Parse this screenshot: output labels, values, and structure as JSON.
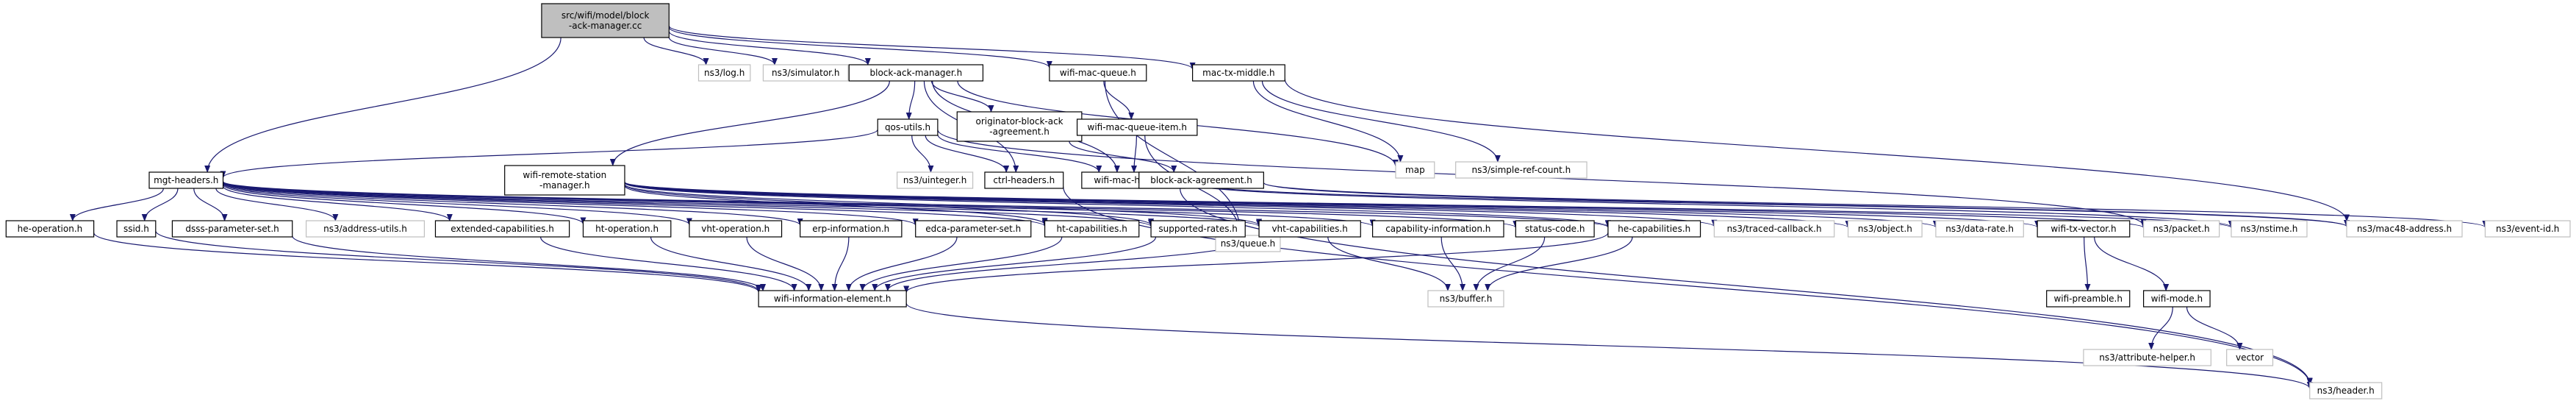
{
  "colors": {
    "root_fill": "#bfbfbf",
    "local_stroke": "#000000",
    "system_stroke": "#bfbfbf",
    "edge": "#191970"
  },
  "nodes": [
    {
      "id": "root",
      "lines": [
        "src/wifi/model/block",
        "-ack-manager.cc"
      ],
      "kind": "root"
    },
    {
      "id": "log",
      "lines": [
        "ns3/log.h"
      ],
      "kind": "system"
    },
    {
      "id": "simulator",
      "lines": [
        "ns3/simulator.h"
      ],
      "kind": "system"
    },
    {
      "id": "bam",
      "lines": [
        "block-ack-manager.h"
      ],
      "kind": "local"
    },
    {
      "id": "wmq",
      "lines": [
        "wifi-mac-queue.h"
      ],
      "kind": "local"
    },
    {
      "id": "mtm",
      "lines": [
        "mac-tx-middle.h"
      ],
      "kind": "local"
    },
    {
      "id": "map",
      "lines": [
        "map"
      ],
      "kind": "system"
    },
    {
      "id": "simplerefcount",
      "lines": [
        "ns3/simple-ref-count.h"
      ],
      "kind": "system"
    },
    {
      "id": "qos",
      "lines": [
        "qos-utils.h"
      ],
      "kind": "local"
    },
    {
      "id": "obaa",
      "lines": [
        "originator-block-ack",
        "-agreement.h"
      ],
      "kind": "local"
    },
    {
      "id": "wmqi",
      "lines": [
        "wifi-mac-queue-item.h"
      ],
      "kind": "local"
    },
    {
      "id": "uinteger",
      "lines": [
        "ns3/uinteger.h"
      ],
      "kind": "system"
    },
    {
      "id": "ctrl",
      "lines": [
        "ctrl-headers.h"
      ],
      "kind": "local"
    },
    {
      "id": "wmh",
      "lines": [
        "wifi-mac-header.h"
      ],
      "kind": "local"
    },
    {
      "id": "baa",
      "lines": [
        "block-ack-agreement.h"
      ],
      "kind": "local"
    },
    {
      "id": "queue",
      "lines": [
        "ns3/queue.h"
      ],
      "kind": "system"
    },
    {
      "id": "mgt",
      "lines": [
        "mgt-headers.h"
      ],
      "kind": "local"
    },
    {
      "id": "wrsm",
      "lines": [
        "wifi-remote-station",
        "-manager.h"
      ],
      "kind": "local"
    },
    {
      "id": "heop",
      "lines": [
        "he-operation.h"
      ],
      "kind": "local"
    },
    {
      "id": "ssid",
      "lines": [
        "ssid.h"
      ],
      "kind": "local"
    },
    {
      "id": "dsss",
      "lines": [
        "dsss-parameter-set.h"
      ],
      "kind": "local"
    },
    {
      "id": "addrutils",
      "lines": [
        "ns3/address-utils.h"
      ],
      "kind": "system"
    },
    {
      "id": "extcap",
      "lines": [
        "extended-capabilities.h"
      ],
      "kind": "local"
    },
    {
      "id": "htop",
      "lines": [
        "ht-operation.h"
      ],
      "kind": "local"
    },
    {
      "id": "vhtop",
      "lines": [
        "vht-operation.h"
      ],
      "kind": "local"
    },
    {
      "id": "erp",
      "lines": [
        "erp-information.h"
      ],
      "kind": "local"
    },
    {
      "id": "edca",
      "lines": [
        "edca-parameter-set.h"
      ],
      "kind": "local"
    },
    {
      "id": "htcap",
      "lines": [
        "ht-capabilities.h"
      ],
      "kind": "local"
    },
    {
      "id": "suprates",
      "lines": [
        "supported-rates.h"
      ],
      "kind": "local"
    },
    {
      "id": "vhtcap",
      "lines": [
        "vht-capabilities.h"
      ],
      "kind": "local"
    },
    {
      "id": "capinfo",
      "lines": [
        "capability-information.h"
      ],
      "kind": "local"
    },
    {
      "id": "status",
      "lines": [
        "status-code.h"
      ],
      "kind": "local"
    },
    {
      "id": "hecap",
      "lines": [
        "he-capabilities.h"
      ],
      "kind": "local"
    },
    {
      "id": "traced",
      "lines": [
        "ns3/traced-callback.h"
      ],
      "kind": "system"
    },
    {
      "id": "object",
      "lines": [
        "ns3/object.h"
      ],
      "kind": "system"
    },
    {
      "id": "datarate",
      "lines": [
        "ns3/data-rate.h"
      ],
      "kind": "system"
    },
    {
      "id": "wtv",
      "lines": [
        "wifi-tx-vector.h"
      ],
      "kind": "local"
    },
    {
      "id": "packet",
      "lines": [
        "ns3/packet.h"
      ],
      "kind": "system"
    },
    {
      "id": "nstime",
      "lines": [
        "ns3/nstime.h"
      ],
      "kind": "system"
    },
    {
      "id": "mac48",
      "lines": [
        "ns3/mac48-address.h"
      ],
      "kind": "system"
    },
    {
      "id": "eventid",
      "lines": [
        "ns3/event-id.h"
      ],
      "kind": "system"
    },
    {
      "id": "wie",
      "lines": [
        "wifi-information-element.h"
      ],
      "kind": "local"
    },
    {
      "id": "buffer",
      "lines": [
        "ns3/buffer.h"
      ],
      "kind": "system"
    },
    {
      "id": "preamble",
      "lines": [
        "wifi-preamble.h"
      ],
      "kind": "local"
    },
    {
      "id": "mode",
      "lines": [
        "wifi-mode.h"
      ],
      "kind": "local"
    },
    {
      "id": "header",
      "lines": [
        "ns3/header.h"
      ],
      "kind": "system"
    },
    {
      "id": "attrhelper",
      "lines": [
        "ns3/attribute-helper.h"
      ],
      "kind": "system"
    },
    {
      "id": "vector",
      "lines": [
        "vector"
      ],
      "kind": "system"
    }
  ],
  "edges": [
    [
      "root",
      "log"
    ],
    [
      "root",
      "simulator"
    ],
    [
      "root",
      "bam"
    ],
    [
      "root",
      "wmq"
    ],
    [
      "root",
      "mtm"
    ],
    [
      "root",
      "mgt"
    ],
    [
      "bam",
      "qos"
    ],
    [
      "bam",
      "obaa"
    ],
    [
      "bam",
      "ctrl"
    ],
    [
      "bam",
      "wmh"
    ],
    [
      "bam",
      "wrsm"
    ],
    [
      "bam",
      "map"
    ],
    [
      "wmq",
      "wmqi"
    ],
    [
      "wmq",
      "queue"
    ],
    [
      "mtm",
      "map"
    ],
    [
      "mtm",
      "simplerefcount"
    ],
    [
      "mtm",
      "mac48"
    ],
    [
      "qos",
      "uinteger"
    ],
    [
      "qos",
      "ctrl"
    ],
    [
      "qos",
      "wmh"
    ],
    [
      "qos",
      "packet"
    ],
    [
      "qos",
      "mgt"
    ],
    [
      "obaa",
      "baa"
    ],
    [
      "wmqi",
      "wmh"
    ],
    [
      "wmqi",
      "queue"
    ],
    [
      "ctrl",
      "header"
    ],
    [
      "wmh",
      "header"
    ],
    [
      "wmh",
      "mac48"
    ],
    [
      "wmh",
      "nstime"
    ],
    [
      "baa",
      "mac48"
    ],
    [
      "baa",
      "eventid"
    ],
    [
      "mgt",
      "heop"
    ],
    [
      "mgt",
      "ssid"
    ],
    [
      "mgt",
      "dsss"
    ],
    [
      "mgt",
      "addrutils"
    ],
    [
      "mgt",
      "extcap"
    ],
    [
      "mgt",
      "htop"
    ],
    [
      "mgt",
      "vhtop"
    ],
    [
      "mgt",
      "erp"
    ],
    [
      "mgt",
      "edca"
    ],
    [
      "mgt",
      "htcap"
    ],
    [
      "mgt",
      "suprates"
    ],
    [
      "mgt",
      "vhtcap"
    ],
    [
      "mgt",
      "capinfo"
    ],
    [
      "mgt",
      "status"
    ],
    [
      "mgt",
      "hecap"
    ],
    [
      "wrsm",
      "hecap"
    ],
    [
      "wrsm",
      "vhtcap"
    ],
    [
      "wrsm",
      "htcap"
    ],
    [
      "wrsm",
      "traced"
    ],
    [
      "wrsm",
      "object"
    ],
    [
      "wrsm",
      "datarate"
    ],
    [
      "wrsm",
      "wtv"
    ],
    [
      "wrsm",
      "packet"
    ],
    [
      "wrsm",
      "nstime"
    ],
    [
      "wrsm",
      "suprates"
    ],
    [
      "heop",
      "wie"
    ],
    [
      "ssid",
      "wie"
    ],
    [
      "dsss",
      "wie"
    ],
    [
      "extcap",
      "wie"
    ],
    [
      "htop",
      "wie"
    ],
    [
      "vhtop",
      "wie"
    ],
    [
      "erp",
      "wie"
    ],
    [
      "edca",
      "wie"
    ],
    [
      "htcap",
      "wie"
    ],
    [
      "suprates",
      "wie"
    ],
    [
      "vhtcap",
      "wie"
    ],
    [
      "capinfo",
      "buffer"
    ],
    [
      "status",
      "buffer"
    ],
    [
      "hecap",
      "wie"
    ],
    [
      "hecap",
      "buffer"
    ],
    [
      "vhtcap",
      "buffer"
    ],
    [
      "wie",
      "header"
    ],
    [
      "wtv",
      "preamble"
    ],
    [
      "wtv",
      "mode"
    ],
    [
      "mode",
      "attrhelper"
    ],
    [
      "mode",
      "vector"
    ]
  ]
}
